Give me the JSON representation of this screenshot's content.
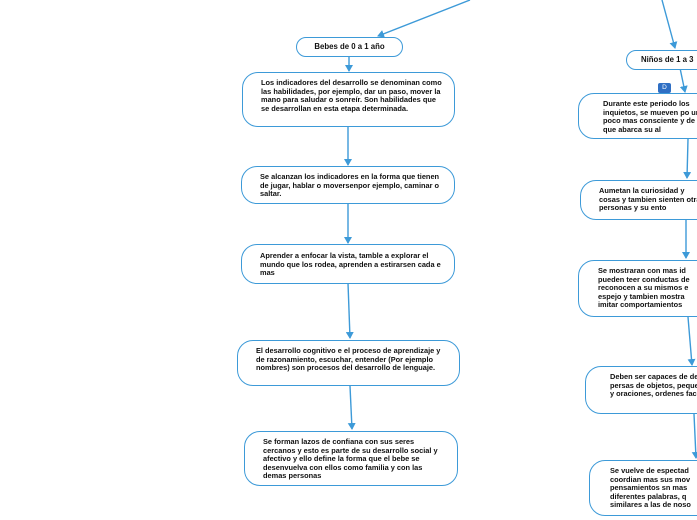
{
  "left_branch": {
    "title": "Bebes de 0 a 1 año",
    "items": [
      "Los indicadores del desarrollo se denominan como las habilidades, por ejemplo, dar un paso, mover la mano para saludar o sonreír. Son habilidades que se desarrollan en esta etapa determinada.",
      "Se alcanzan los indicadores en la forma que tienen de jugar, hablar o moversenpor ejemplo, caminar o saltar.",
      "Aprender a enfocar la vista, tamble a explorar el mundo que los rodea, aprenden a estirarsen cada e mas",
      "El desarrollo cognitivo e el proceso de aprendizaje y de razonamiento, escuchar, entender (Por ejemplo nombres) son procesos del desarrollo de lenguaje.",
      "Se forman lazos de confiana con sus seres cercanos y esto es parte de su desarrollo social y afectivo y ello define la forma que el bebe se desenvuelva con ellos como familia y con las demas personas"
    ]
  },
  "right_branch": {
    "title": "Niños de 1 a 3",
    "marker": "D",
    "items": [
      "Durante este periodo los inquietos, se mueven po un poco mas consciente y de lo que abarca su al",
      "Aumetan la curiosidad y cosas y tambien sienten otras personas y su ento",
      "Se mostraran con mas id pueden teer conductas de reconocen a su mismos e espejo y tambien mostra imitar comportamientos",
      "Deben ser capaces de de persas de objetos, pequeñas y oraciones, ordenes faciles",
      "Se vuelve de espectad coordian mas sus mov pensamientos sn mas diferentes palabras, q similares a las de noso"
    ]
  },
  "colors": {
    "line": "#3d9ad8",
    "node_border": "#3d9ad8",
    "marker": "#2f6fc4"
  }
}
